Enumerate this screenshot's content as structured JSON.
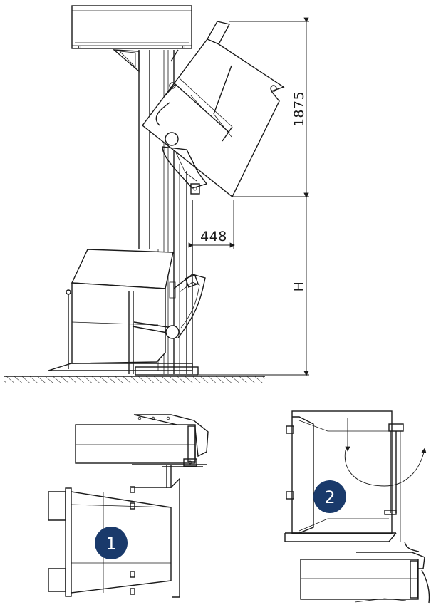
{
  "dimensions": {
    "height_top": "1875",
    "offset": "448",
    "height_variable": "H"
  },
  "views": [
    {
      "number": "1"
    },
    {
      "number": "2"
    }
  ],
  "colors": {
    "line": "#1a1a1a",
    "badge": "#1a3a6b",
    "background": "#ffffff"
  }
}
